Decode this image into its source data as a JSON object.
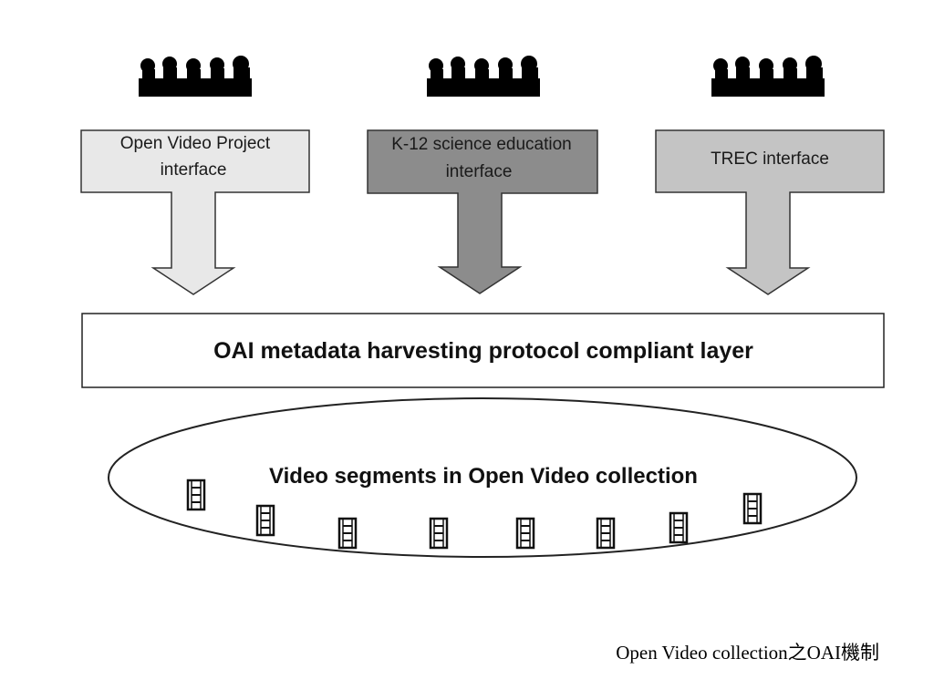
{
  "interfaces": [
    {
      "label_line1": "Open Video Project",
      "label_line2": "interface",
      "fill": "#e8e8e8",
      "user_group_icon": "user-group-icon"
    },
    {
      "label_line1": "K-12 science education",
      "label_line2": "interface",
      "fill": "#8c8c8c",
      "user_group_icon": "user-group-icon"
    },
    {
      "label_line1": "TREC interface",
      "label_line2": "",
      "fill": "#c4c4c4",
      "user_group_icon": "user-group-icon"
    }
  ],
  "protocol_layer": {
    "label": "OAI metadata harvesting protocol compliant layer"
  },
  "collection": {
    "label": "Video segments in Open Video collection",
    "segment_icon": "film-strip-icon",
    "segment_count": 8
  },
  "caption": "Open Video collection之OAI機制"
}
